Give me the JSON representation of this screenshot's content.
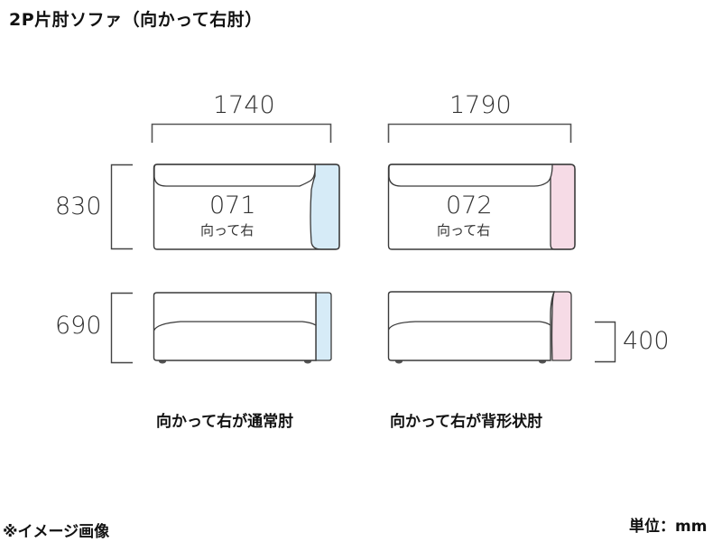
{
  "title": "2P片肘ソファ（向かって右肘）",
  "colors": {
    "line": "#3a3a3a",
    "arm_standard": "#d6ebf7",
    "arm_back_shaped": "#f6dbe6",
    "text": "#111111"
  },
  "dimensions": {
    "width_071": "1740",
    "width_072": "1790",
    "depth": "830",
    "height": "690",
    "seat_height": "400"
  },
  "models": [
    {
      "code": "071",
      "orientation": "向って右",
      "caption": "向かって右が通常肘",
      "arm_type": "standard"
    },
    {
      "code": "072",
      "orientation": "向って右",
      "caption": "向かって右が背形状肘",
      "arm_type": "back-shaped"
    }
  ],
  "footer": {
    "note": "※イメージ画像",
    "unit": "単位：mm"
  }
}
